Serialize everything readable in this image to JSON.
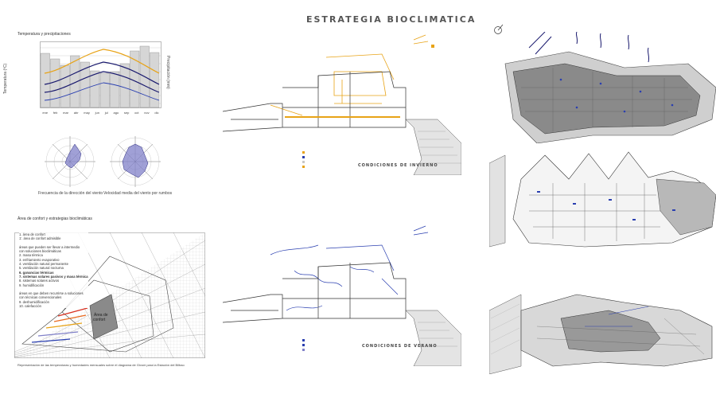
{
  "title": "ESTRATEGIA BIOCLIMATICA",
  "climate": {
    "heading": "Temperatura y precipitaciones",
    "ylabel_left": "Temperatura (ºC)",
    "ylabel_right": "Precipitación (mm)",
    "months": [
      "ene",
      "feb",
      "mar",
      "abr",
      "may",
      "jun",
      "jul",
      "ago",
      "sep",
      "oct",
      "nov",
      "dic"
    ]
  },
  "wind": {
    "freq_caption": "Frecuencia de la dirección del viento",
    "speed_caption": "Velocidad media del viento por rumbos"
  },
  "comfort": {
    "heading": "Área de confort y estrategias bioclimáticas",
    "zone_label_1": "Área de",
    "zone_label_2": "confort",
    "caption": "Representación de las temperaturas y humedades mensuales sobre el diagrama de Givoni para la Estación del Bilbao",
    "items": [
      {
        "text": "1. área de confort",
        "bold": false
      },
      {
        "text": "1'. área de confort admisible",
        "bold": false
      },
      {
        "text": "",
        "bold": false
      },
      {
        "text": "áreas que pueden ser llevar a intermedio",
        "bold": false
      },
      {
        "text": "con soluciones bioclimáticas",
        "bold": false
      },
      {
        "text": "2. masa térmica",
        "bold": false
      },
      {
        "text": "3. enfriamiento evaporativo",
        "bold": false
      },
      {
        "text": "4. ventilación natural permanente",
        "bold": false
      },
      {
        "text": "5. ventilación natural nocturna",
        "bold": false
      },
      {
        "text": "6. ganancias térmicas",
        "bold": true
      },
      {
        "text": "7. sistemas solares pasivos y masa térmica",
        "bold": true
      },
      {
        "text": "8. sistemas solares activos",
        "bold": false
      },
      {
        "text": "9. humidificación",
        "bold": false
      },
      {
        "text": "",
        "bold": false
      },
      {
        "text": "áreas en que deben recurrirse a soluciones",
        "bold": false
      },
      {
        "text": "con técnicas convencionales",
        "bold": false
      },
      {
        "text": "9. deshumidificación",
        "bold": false
      },
      {
        "text": "10. calefacción",
        "bold": false
      }
    ]
  },
  "sections": {
    "winter_label": "CONDICIONES DE INVIERNO",
    "summer_label": "CONDICIONES DE VERANO"
  },
  "colors": {
    "orange": "#e8a316",
    "navy": "#1a1a6e",
    "blue": "#2a3fb0",
    "purple": "#8080c8",
    "grey": "#c8c8c8"
  }
}
